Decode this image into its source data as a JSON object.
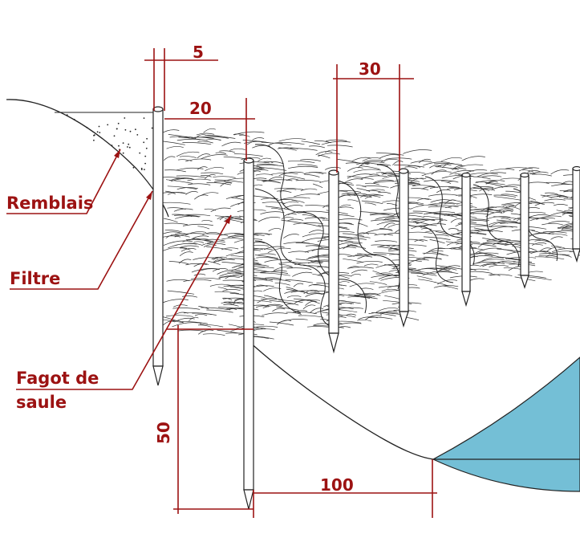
{
  "labels": {
    "remblais": "Remblais",
    "filtre": "Filtre",
    "fagot_line1": "Fagot de",
    "fagot_line2": "saule"
  },
  "dimensions": {
    "stake_width": "5",
    "gap_first_stakes": "20",
    "stake_spacing": "30",
    "stake_exposed_height": "50",
    "base_distance": "100"
  },
  "colors": {
    "annotation": "#9c1212",
    "water": "#74bfd6",
    "ink": "#222222"
  }
}
